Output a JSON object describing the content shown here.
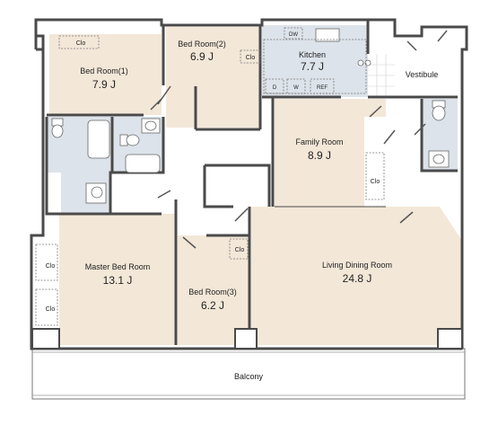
{
  "rooms": {
    "bed1": {
      "name": "Bed Room(1)",
      "area": "7.9 J"
    },
    "bed2": {
      "name": "Bed Room(2)",
      "area": "6.9 J"
    },
    "kitchen": {
      "name": "Kitchen",
      "area": "7.7 J"
    },
    "family": {
      "name": "Family Room",
      "area": "8.9 J"
    },
    "master": {
      "name": "Master Bed Room",
      "area": "13.1 J"
    },
    "bed3": {
      "name": "Bed Room(3)",
      "area": "6.2 J"
    },
    "living": {
      "name": "Living Dining Room",
      "area": "24.8 J"
    },
    "vestibule": {
      "name": "Vestibule"
    },
    "balcony": {
      "name": "Balcony"
    }
  },
  "closets": {
    "clo_bed1": "Clo",
    "clo_bed2": "Clo",
    "clo_family": "Clo",
    "clo_bed3": "Clo",
    "clo_master1": "Clo",
    "clo_master2": "Clo"
  },
  "appliances": {
    "dw": "DW",
    "d": "D",
    "w": "W",
    "ref": "REF"
  },
  "colors": {
    "room_beige": "#f3e7d8",
    "wet_area_blue": "#dde3ea",
    "wall": "#4a4a4a"
  }
}
